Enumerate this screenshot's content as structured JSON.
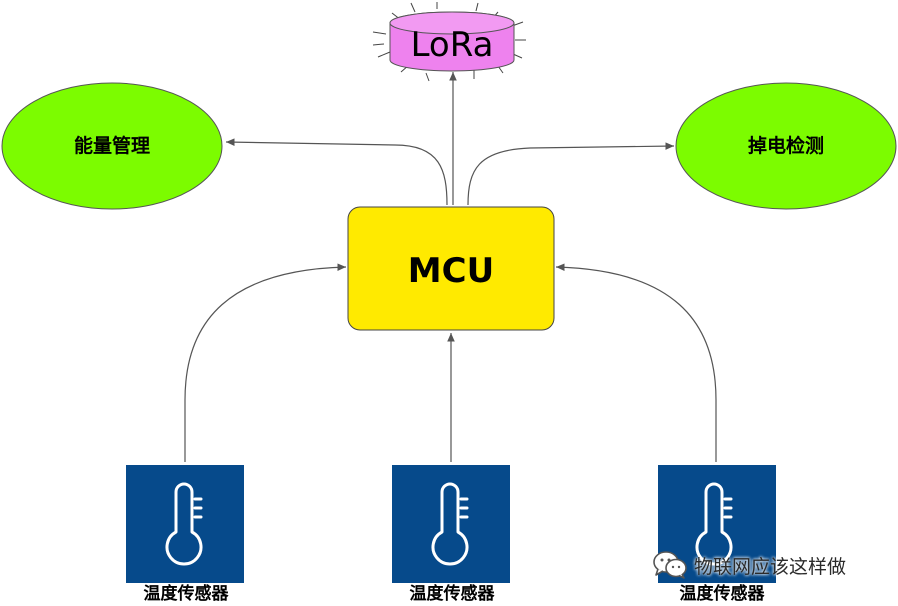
{
  "nodes": {
    "lora": "LoRa",
    "energy": "能量管理",
    "power_loss": "掉电检测",
    "mcu": "MCU",
    "sensors": [
      "温度传感器",
      "温度传感器",
      "温度传感器"
    ]
  },
  "watermark": {
    "text": "物联网应该这样做",
    "icon": "wechat-icon"
  },
  "colors": {
    "lora_fill": "#ee82ee",
    "ellipse_fill": "#7cfc00",
    "mcu_fill": "#ffea00",
    "sensor_fill": "#064a8b",
    "edge": "#555555"
  }
}
